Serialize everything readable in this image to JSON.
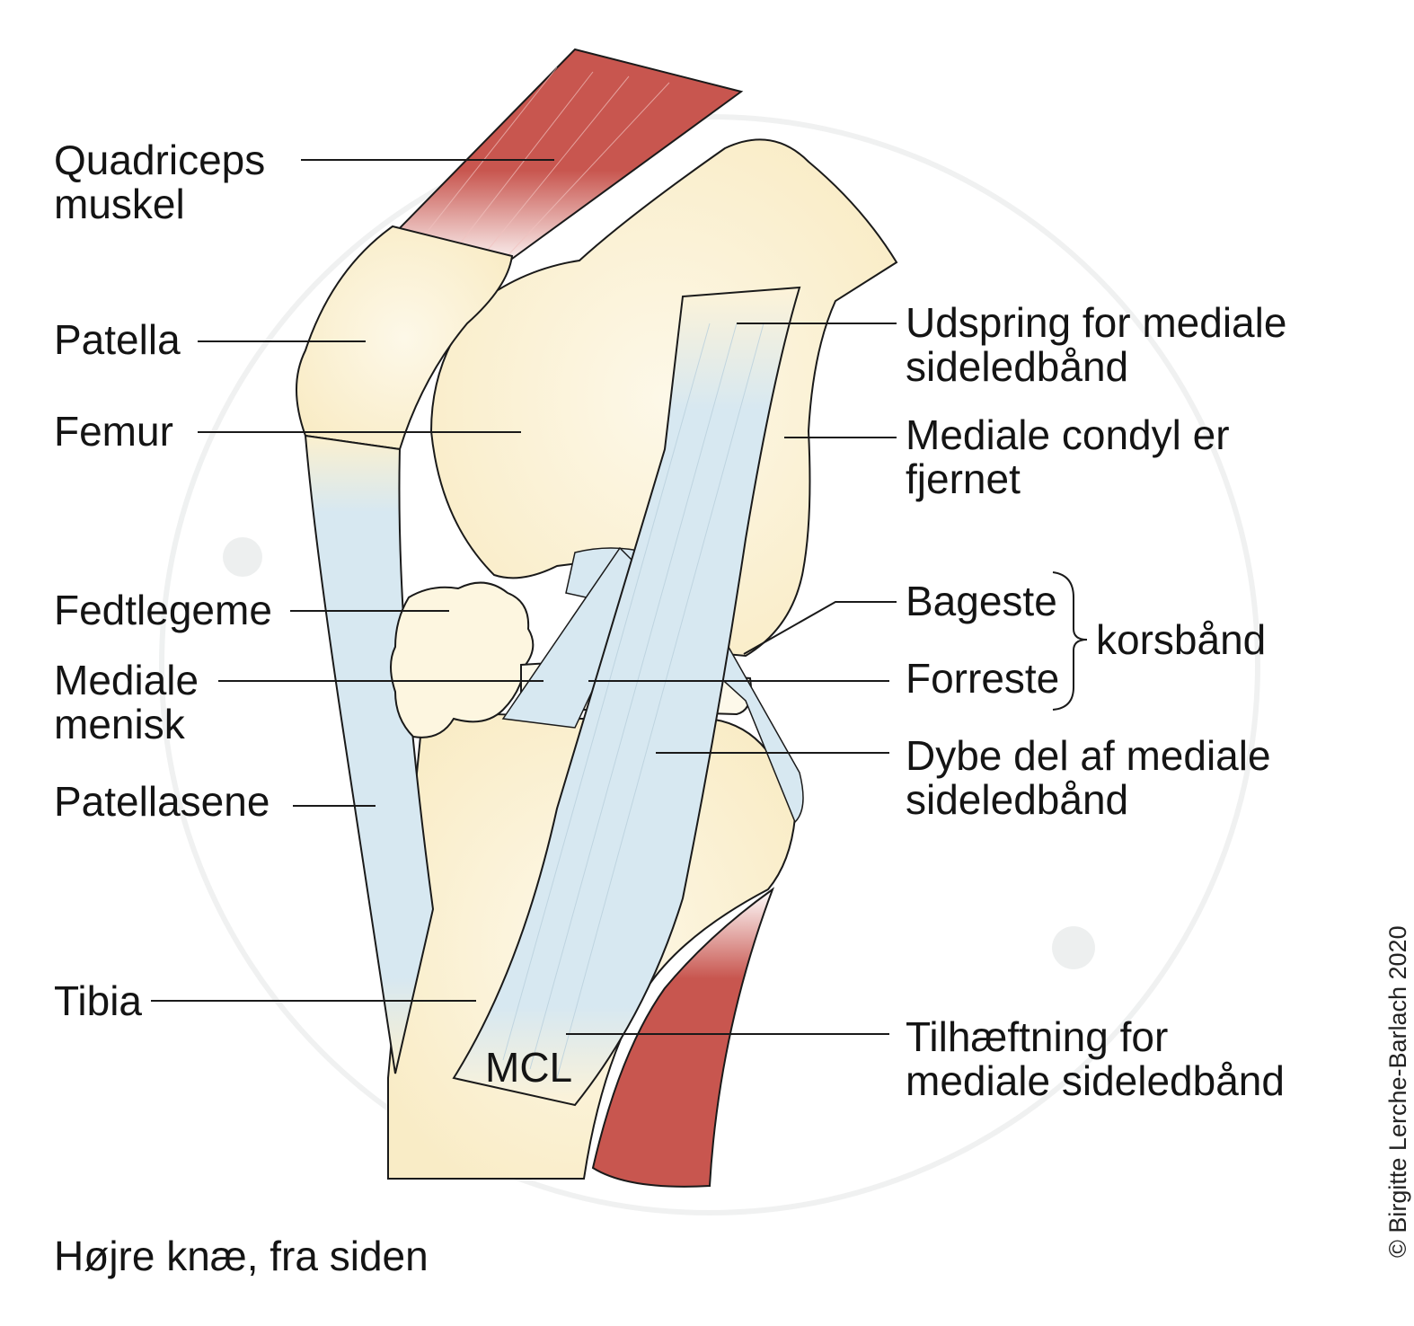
{
  "caption": "Højre knæ, fra siden",
  "copyright": "© Birgitte Lerche-Barlach 2020",
  "colors": {
    "bone": "#fbf0cf",
    "bone_light": "#fdf6e0",
    "ligament": "#d7e8f1",
    "muscle": "#c8564f",
    "outline": "#1a1a1a",
    "watermark": "#eef0f0"
  },
  "labels_left": {
    "quadriceps": "Quadriceps\nmuskel",
    "patella": "Patella",
    "femur": "Femur",
    "fedtlegeme": "Fedtlegeme",
    "mediale_menisk": "Mediale\nmenisk",
    "patellasene": "Patellasene",
    "tibia": "Tibia"
  },
  "labels_right": {
    "udspring": "Udspring for mediale\nsideledbånd",
    "mediale_condyl": "Mediale condyl er\nfjernet",
    "bageste": "Bageste",
    "korsbaand": "korsbånd",
    "forreste": "Forreste",
    "dybe_del": "Dybe del af mediale\nsideledbånd",
    "tilhaeftning": "Tilhæftning for\nmediale sideledbånd"
  },
  "mcl": "MCL"
}
